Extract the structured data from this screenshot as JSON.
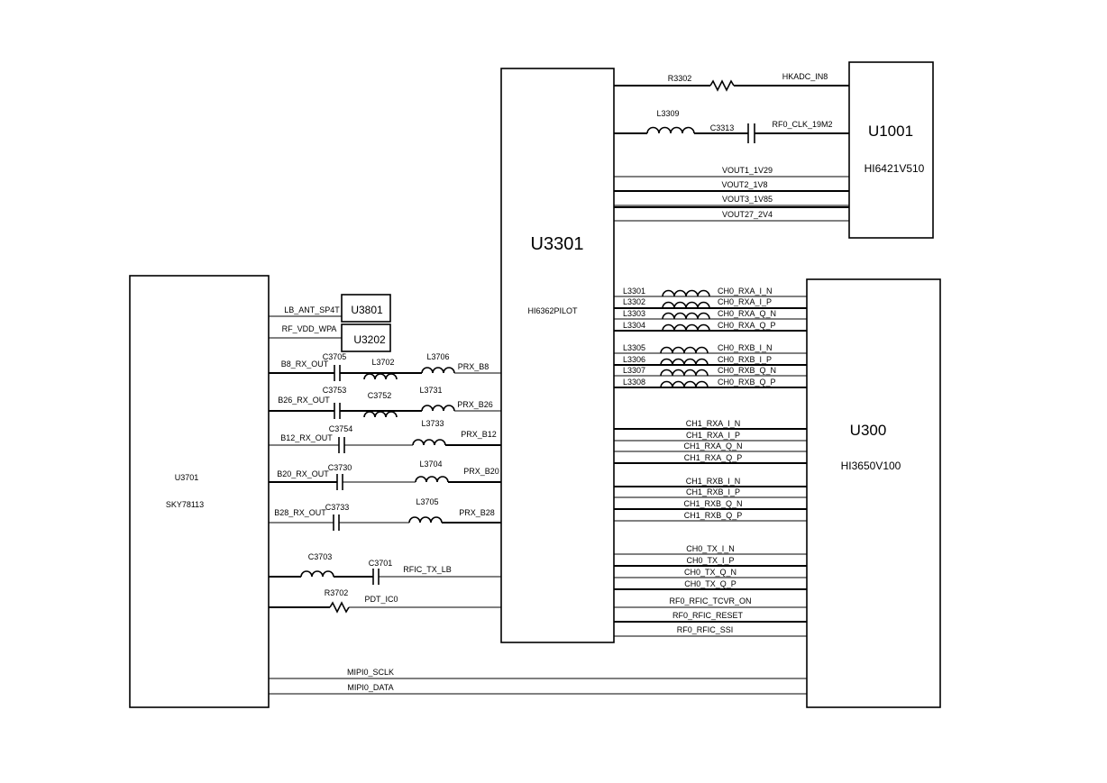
{
  "chips": {
    "u3301": {
      "name": "U3301",
      "part": "HI6362PILOT"
    },
    "u1001": {
      "name": "U1001",
      "part": "HI6421V510"
    },
    "u300": {
      "name": "U300",
      "part": "HI3650V100"
    },
    "u3701": {
      "name": "U3701",
      "part": "SKY78113"
    },
    "u3801": {
      "name": "U3801"
    },
    "u3202": {
      "name": "U3202"
    }
  },
  "top_nets": {
    "r3302": "R3302",
    "hkadc": "HKADC_IN8",
    "l3309": "L3309",
    "c3313": "C3313",
    "rf0clk": "RF0_CLK_19M2",
    "vout1": "VOUT1_1V29",
    "vout2": "VOUT2_1V8",
    "vout3": "VOUT3_1V85",
    "vout27": "VOUT27_2V4"
  },
  "left_nets": {
    "lb_ant": "LB_ANT_SP4T",
    "rf_vdd": "RF_VDD_WPA",
    "b8": "B8_RX_OUT",
    "c3705": "C3705",
    "l3702": "L3702",
    "l3706": "L3706",
    "prx_b8": "PRX_B8",
    "b26": "B26_RX_OUT",
    "c3753": "C3753",
    "c3752": "C3752",
    "l3731": "L3731",
    "prx_b26": "PRX_B26",
    "b12": "B12_RX_OUT",
    "c3754": "C3754",
    "l3733": "L3733",
    "prx_b12": "PRX_B12",
    "b20": "B20_RX_OUT",
    "c3730": "C3730",
    "l3704": "L3704",
    "prx_b20": "PRX_B20",
    "b28": "B28_RX_OUT",
    "c3733": "C3733",
    "l3705": "L3705",
    "prx_b28": "PRX_B28",
    "c3703": "C3703",
    "c3701": "C3701",
    "rfic_tx_lb": "RFIC_TX_LB",
    "r3702": "R3702",
    "pdt_ic0": "PDT_IC0",
    "mipi_sclk": "MIPI0_SCLK",
    "mipi_data": "MIPI0_DATA"
  },
  "right_nets": {
    "l3301": "L3301",
    "ch0_rxa_i_n": "CH0_RXA_I_N",
    "l3302": "L3302",
    "ch0_rxa_i_p": "CH0_RXA_I_P",
    "l3303": "L3303",
    "ch0_rxa_q_n": "CH0_RXA_Q_N",
    "l3304": "L3304",
    "ch0_rxa_q_p": "CH0_RXA_Q_P",
    "l3305": "L3305",
    "ch0_rxb_i_n": "CH0_RXB_I_N",
    "l3306": "L3306",
    "ch0_rxb_i_p": "CH0_RXB_I_P",
    "l3307": "L3307",
    "ch0_rxb_q_n": "CH0_RXB_Q_N",
    "l3308": "L3308",
    "ch0_rxb_q_p": "CH0_RXB_Q_P",
    "ch1_rxa_i_n": "CH1_RXA_I_N",
    "ch1_rxa_i_p": "CH1_RXA_I_P",
    "ch1_rxa_q_n": "CH1_RXA_Q_N",
    "ch1_rxa_q_p": "CH1_RXA_Q_P",
    "ch1_rxb_i_n": "CH1_RXB_I_N",
    "ch1_rxb_i_p": "CH1_RXB_I_P",
    "ch1_rxb_q_n": "CH1_RXB_Q_N",
    "ch1_rxb_q_p": "CH1_RXB_Q_P",
    "ch0_tx_i_n": "CH0_TX_I_N",
    "ch0_tx_i_p": "CH0_TX_I_P",
    "ch0_tx_q_n": "CH0_TX_Q_N",
    "ch0_tx_q_p": "CH0_TX_Q_P",
    "tcvr_on": "RF0_RFIC_TCVR_ON",
    "reset": "RF0_RFIC_RESET",
    "ssi": "RF0_RFIC_SSI"
  }
}
